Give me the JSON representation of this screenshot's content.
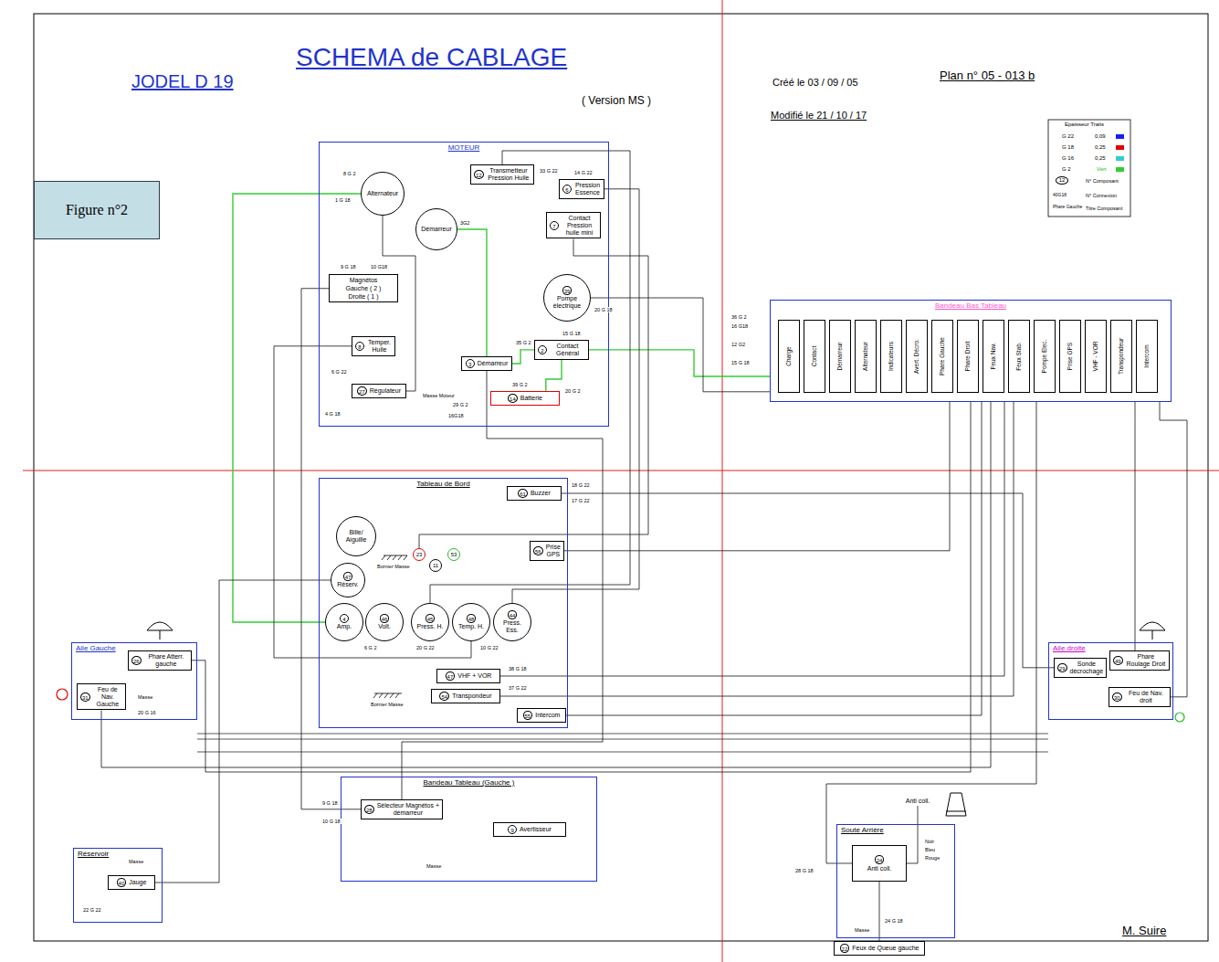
{
  "diagram": {
    "title": "SCHEMA de CABLAGE",
    "nodes": [
      {
        "text": [
          "Figure n°2"
        ]
      },
      {
        "text": [
          "MOTEUR"
        ]
      },
      {
        "text": [
          "Alternateur"
        ],
        "in": 1
      },
      {
        "text": [
          "Démarreur"
        ],
        "in": 1
      },
      {
        "text": [
          "12",
          "Transmetteur Pression Huile"
        ],
        "in": 1
      },
      {
        "text": [
          "6",
          "Pression Essence"
        ],
        "in": 1
      },
      {
        "text": [
          "7",
          "Contact Pression huile mini"
        ],
        "in": 1
      },
      {
        "text": [
          "39",
          "Pompe électrique"
        ],
        "in": 1
      },
      {
        "text": [
          "Magnétos",
          "Gauche ( 2 )",
          "Droite ( 1 )"
        ],
        "in": 1
      },
      {
        "text": [
          "8",
          "Temper. Huile"
        ],
        "in": 1
      },
      {
        "text": [
          "27",
          "Régulateur"
        ],
        "in": 1
      },
      {
        "text": [
          "3",
          "Démarreur"
        ],
        "in": 1
      },
      {
        "text": [
          "2",
          "Contact Général"
        ],
        "in": 1
      },
      {
        "text": [
          "14",
          "Batterie"
        ],
        "in": 1
      },
      {
        "text": [
          "Bandeau Bas Tableau"
        ]
      },
      {
        "text": [
          "Charge"
        ],
        "in": 14
      },
      {
        "text": [
          "Contact"
        ],
        "in": 14
      },
      {
        "text": [
          "Démarreur"
        ],
        "in": 14
      },
      {
        "text": [
          "Alternateur"
        ],
        "in": 14
      },
      {
        "text": [
          "Indicateurs"
        ],
        "in": 14
      },
      {
        "text": [
          "Avert. Décro."
        ],
        "in": 14
      },
      {
        "text": [
          "Phare Gauche"
        ],
        "in": 14
      },
      {
        "text": [
          "Phare Droit"
        ],
        "in": 14
      },
      {
        "text": [
          "Feux Nav."
        ],
        "in": 14
      },
      {
        "text": [
          "Feux Stab."
        ],
        "in": 14
      },
      {
        "text": [
          "Pompe Elec."
        ],
        "in": 14
      },
      {
        "text": [
          "Prise GPS"
        ],
        "in": 14
      },
      {
        "text": [
          "VHF - VOR"
        ],
        "in": 14
      },
      {
        "text": [
          "Transpondeur"
        ],
        "in": 14
      },
      {
        "text": [
          "Intercom"
        ],
        "in": 14
      },
      {
        "text": [
          "Tableau de Bord"
        ]
      },
      {
        "text": [
          "61",
          "Buzzer"
        ],
        "in": 30
      },
      {
        "text": [
          "Bille/ Aiguille"
        ],
        "in": 30
      },
      {
        "text": [
          "23"
        ],
        "in": 30
      },
      {
        "text": [
          "11"
        ],
        "in": 30
      },
      {
        "text": [
          "53"
        ],
        "in": 30
      },
      {
        "text": [
          "56",
          "Prise GPS"
        ],
        "in": 30
      },
      {
        "text": [
          "47",
          "Réserv."
        ],
        "in": 30
      },
      {
        "text": [
          "4",
          "Amp."
        ],
        "in": 30
      },
      {
        "text": [
          "46",
          "Volt."
        ],
        "in": 30
      },
      {
        "text": [
          "45",
          "Press. H."
        ],
        "in": 30
      },
      {
        "text": [
          "48",
          "Temp. H."
        ],
        "in": 30
      },
      {
        "text": [
          "44",
          "Press. Ess."
        ],
        "in": 30
      },
      {
        "text": [
          "47",
          "VHF + VOR"
        ],
        "in": 30
      },
      {
        "text": [
          "54",
          "Transpondeur"
        ],
        "in": 30
      },
      {
        "text": [
          "55",
          "Intercom"
        ],
        "in": 30
      },
      {
        "text": [
          "Aile Gauche"
        ]
      },
      {
        "text": [
          "26",
          "Phare Atterr. gauche"
        ],
        "in": 46
      },
      {
        "text": [
          "31",
          "Feu de Nav. Gauche"
        ],
        "in": 46
      },
      {
        "text": [
          "Aile droite"
        ]
      },
      {
        "text": [
          "49",
          "Phare Roulage Droit"
        ],
        "in": 49
      },
      {
        "text": [
          "29",
          "Sonde décrochage"
        ],
        "in": 49
      },
      {
        "text": [
          "30",
          "Feu de Nav. droit"
        ],
        "in": 49
      },
      {
        "text": [
          "Bandeau Tableau (Gauche )"
        ]
      },
      {
        "text": [
          "28",
          "Sélecteur Magnétos + démarreur"
        ],
        "in": 53
      },
      {
        "text": [
          "9",
          "Avertisseur"
        ],
        "in": 53
      },
      {
        "text": [
          "Réservoir"
        ]
      },
      {
        "text": [
          "40",
          "Jauge"
        ],
        "in": 56
      },
      {
        "text": [
          "Soute Arrière"
        ]
      },
      {
        "text": [
          "24",
          "Anti coll."
        ],
        "in": 58
      },
      {
        "text": [
          "Anti coll."
        ]
      },
      {
        "text": [
          "22",
          "Feux de Queue gauche"
        ]
      }
    ],
    "edges": [
      {
        "from": 2,
        "to": 38,
        "arrow": "none"
      },
      {
        "from": 13,
        "to": 12,
        "arrow": "none"
      },
      {
        "from": 12,
        "to": 11,
        "arrow": "none"
      },
      {
        "from": 11,
        "to": 3,
        "arrow": "none"
      },
      {
        "from": 12,
        "to": 14,
        "arrow": "none"
      },
      {
        "from": 4,
        "to": 40,
        "arrow": "none"
      },
      {
        "from": 9,
        "to": 41,
        "arrow": "none"
      },
      {
        "from": 5,
        "to": 42,
        "arrow": "none"
      },
      {
        "from": 6,
        "to": 33,
        "arrow": "none"
      },
      {
        "from": 7,
        "to": 14,
        "arrow": "none"
      },
      {
        "from": 10,
        "to": 2,
        "arrow": "none"
      },
      {
        "from": 57,
        "to": 37,
        "arrow": "none"
      },
      {
        "from": 47,
        "to": 14,
        "arrow": "none"
      },
      {
        "from": 48,
        "to": 14,
        "arrow": "none"
      },
      {
        "from": 50,
        "to": 14,
        "arrow": "none"
      },
      {
        "from": 52,
        "to": 14,
        "arrow": "none"
      },
      {
        "from": 51,
        "to": 31,
        "arrow": "none"
      },
      {
        "from": 59,
        "to": 14,
        "arrow": "none"
      },
      {
        "from": 61,
        "to": 59,
        "arrow": "none"
      },
      {
        "from": 60,
        "to": 59,
        "arrow": "none"
      },
      {
        "from": 54,
        "to": 8,
        "arrow": "none"
      },
      {
        "from": 54,
        "to": 11,
        "arrow": "none"
      },
      {
        "from": 43,
        "to": 14,
        "arrow": "none"
      },
      {
        "from": 44,
        "to": 14,
        "arrow": "none"
      },
      {
        "from": 45,
        "to": 14,
        "arrow": "none"
      },
      {
        "from": 36,
        "to": 14,
        "arrow": "none"
      }
    ],
    "labels": [
      "JODEL D 19",
      "( Version MS )",
      "Créé le 03 / 09 / 05",
      "Modifié le 21 / 10 / 17",
      "Plan n°  05 - 013 b",
      "M. Suire",
      "Epaisseur Traits",
      "0,09",
      "0,25",
      "0,25",
      "Vert",
      "12",
      "40G18",
      "Phare Gauche",
      "8 G 2",
      "1 G 18",
      "3G2",
      "33 G 22",
      "14 G 22",
      "20 G 18",
      "9 G 18",
      "10 G18",
      "6 G 22",
      "4 G 18",
      "Masse Moteur",
      "29 G 2",
      "16G18",
      "35 G 2",
      "39 G 2",
      "20 G 2",
      "15 G 18",
      "36 G 2",
      "16 G18",
      "12 G2",
      "15 G 18",
      "Bornier Masse",
      "Bornier Masse",
      "6 G 2",
      "20 G 22",
      "10 G 22",
      "38 G 18",
      "37 G 22",
      "18 G 22",
      "17 G 22",
      "9 G 18",
      "10 G 18",
      "Masse",
      "28 G 18",
      "Noir",
      "Bleu",
      "Rouge",
      "24 G 18",
      "20 G 16",
      "22 G 22",
      "Masse",
      "Masse",
      "Masse"
    ],
    "legend": [
      {
        "text": "G 22",
        "color": "#1a1aff"
      },
      {
        "text": "G 18",
        "color": "#e00000"
      },
      {
        "text": "G 16",
        "color": "#33cccc"
      },
      {
        "text": "G 2",
        "color": "#33cc33"
      },
      {
        "text": "N° Composant"
      },
      {
        "text": "N° Connexion"
      },
      {
        "text": "Titre Composant"
      }
    ]
  }
}
